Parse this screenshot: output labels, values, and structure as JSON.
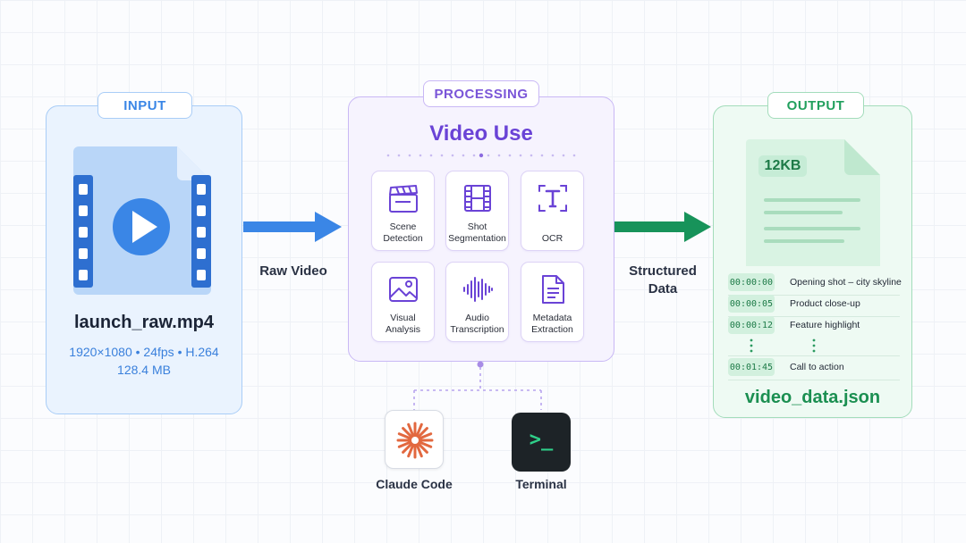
{
  "input": {
    "badge": "INPUT",
    "filename": "launch_raw.mp4",
    "meta_line1": "1920×1080 • 24fps • H.264",
    "meta_line2": "128.4 MB"
  },
  "processing": {
    "badge": "PROCESSING",
    "title": "Video Use",
    "tiles": [
      {
        "label": "Scene\nDetection",
        "icon": "clapperboard-icon"
      },
      {
        "label": "Shot\nSegmentation",
        "icon": "film-strip-icon"
      },
      {
        "label": "OCR",
        "icon": "text-scan-icon"
      },
      {
        "label": "Visual\nAnalysis",
        "icon": "image-icon"
      },
      {
        "label": "Audio\nTranscription",
        "icon": "audio-wave-icon"
      },
      {
        "label": "Metadata\nExtraction",
        "icon": "document-icon"
      }
    ]
  },
  "connectors": {
    "left": "Raw Video",
    "right_line1": "Structured",
    "right_line2": "Data"
  },
  "tools": [
    {
      "label": "Claude Code",
      "icon": "claude-asterisk-icon"
    },
    {
      "label": "Terminal",
      "icon": "terminal-prompt-icon",
      "glyph": ">_"
    }
  ],
  "output": {
    "badge": "OUTPUT",
    "size": "12KB",
    "rows": [
      {
        "time": "00:00:00",
        "desc": "Opening shot – city skyline"
      },
      {
        "time": "00:00:05",
        "desc": "Product close-up"
      },
      {
        "time": "00:00:12",
        "desc": "Feature highlight"
      },
      {
        "time": "00:01:45",
        "desc": "Call to action"
      }
    ],
    "filename": "video_data.json"
  },
  "colors": {
    "input_accent": "#3a86e6",
    "processing_accent": "#6a43d6",
    "output_accent": "#1b8f51",
    "claude_orange": "#e2683f"
  }
}
